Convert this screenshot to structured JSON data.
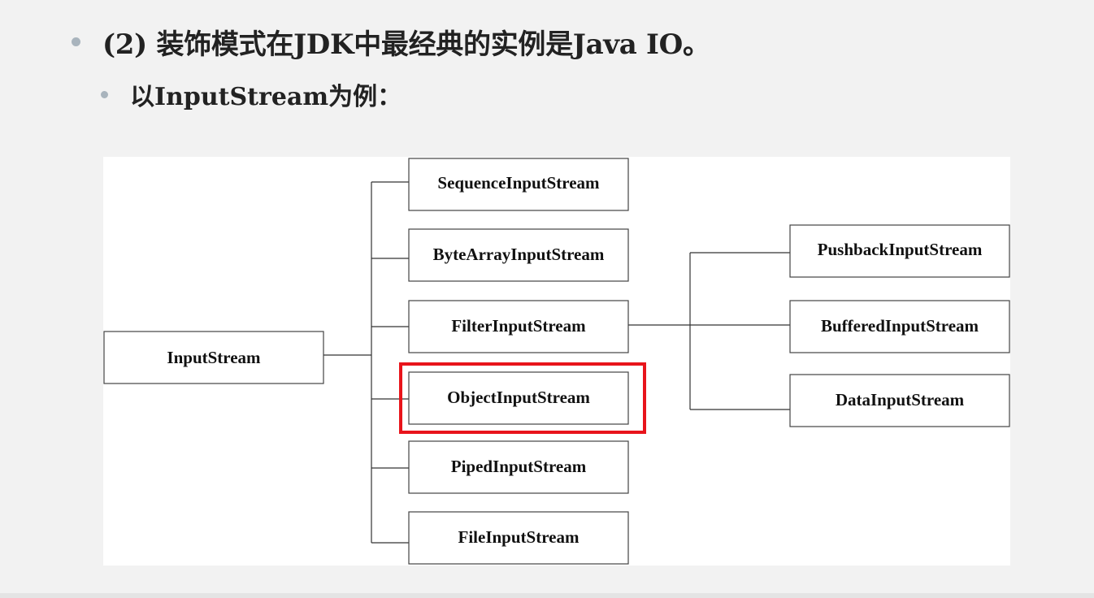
{
  "slide": {
    "bullet_1": "(2) 装饰模式在JDK中最经典的实例是Java IO。",
    "bullet_2": "以InputStream为例："
  },
  "diagram": {
    "root": "InputStream",
    "children": [
      "SequenceInputStream",
      "ByteArrayInputStream",
      "FilterInputStream",
      "ObjectInputStream",
      "PipedInputStream",
      "FileInputStream"
    ],
    "filter_children": [
      "PushbackInputStream",
      "BufferedInputStream",
      "DataInputStream"
    ],
    "highlighted": "ObjectInputStream",
    "colors": {
      "highlight": "#e8141b",
      "box_border": "#444444",
      "bullet": "#a9b4bd"
    }
  }
}
